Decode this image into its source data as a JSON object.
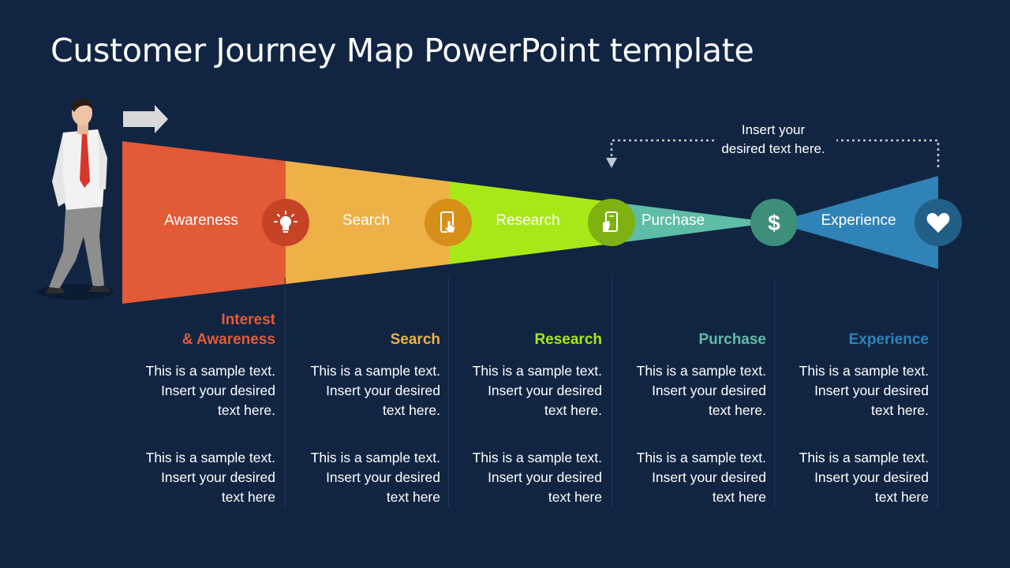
{
  "title": "Customer Journey Map PowerPoint template",
  "callout": {
    "lines": [
      "Insert your",
      "desired text here."
    ]
  },
  "stages": [
    {
      "label": "Awareness",
      "color": "#E35A36",
      "icon": "lightbulb-icon",
      "icon_color": "#C64325"
    },
    {
      "label": "Search",
      "color": "#EDB148",
      "icon": "mobile-touch-icon",
      "icon_color": "#D6901A"
    },
    {
      "label": "Research",
      "color": "#A8E816",
      "icon": "mobile-hand-icon",
      "icon_color": "#7FB112"
    },
    {
      "label": "Purchase",
      "color": "#5EBDA6",
      "icon": "dollar-icon",
      "icon_color": "#3D8E7A"
    },
    {
      "label": "Experience",
      "color": "#2F83B7",
      "icon": "heart-icon",
      "icon_color": "#215F86"
    }
  ],
  "columns": [
    {
      "heading": [
        "Interest",
        "& Awareness"
      ],
      "color": "#E35A36",
      "text1": [
        "This is a sample text.",
        "Insert your desired",
        "text here."
      ],
      "text2": [
        "This is a sample text.",
        "Insert your desired",
        "text here"
      ]
    },
    {
      "heading": [
        "Search"
      ],
      "color": "#EDB148",
      "text1": [
        "This is a sample text.",
        "Insert your desired",
        "text here."
      ],
      "text2": [
        "This is a sample text.",
        "Insert your desired",
        "text here"
      ]
    },
    {
      "heading": [
        "Research"
      ],
      "color": "#A8E816",
      "text1": [
        "This is a sample text.",
        "Insert your desired",
        "text here."
      ],
      "text2": [
        "This is a sample text.",
        "Insert your desired",
        "text here"
      ]
    },
    {
      "heading": [
        "Purchase"
      ],
      "color": "#5EBDA6",
      "text1": [
        "This is a sample text.",
        "Insert your desired",
        "text here."
      ],
      "text2": [
        "This is a sample text.",
        "Insert your desired",
        "text here"
      ]
    },
    {
      "heading": [
        "Experience"
      ],
      "color": "#2F83B7",
      "text1": [
        "This is a sample text.",
        "Insert your desired",
        "text here."
      ],
      "text2": [
        "This is a sample text.",
        "Insert your desired",
        "text here"
      ]
    }
  ],
  "colors": {
    "background": "#112543",
    "text": "#FFFFFF",
    "arrow": "#D9D9D9"
  }
}
